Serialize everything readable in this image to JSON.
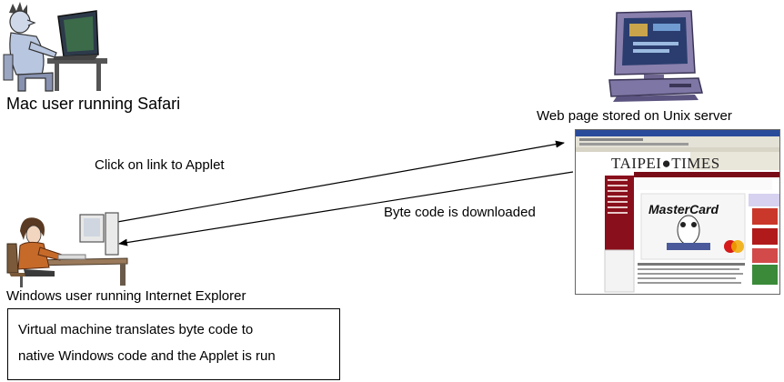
{
  "mac": {
    "label": "Mac user running Safari",
    "icon": "mac-user-at-computer-icon"
  },
  "server": {
    "label": "Web page stored on Unix server",
    "icon": "desktop-computer-server-icon"
  },
  "webpage": {
    "site_title": "TAIPEI●TIMES",
    "ad_text": "MasterCard"
  },
  "request": {
    "label": "Click on link to Applet",
    "direction": "windows-to-server"
  },
  "response": {
    "label": "Byte code is downloaded",
    "direction": "server-to-windows"
  },
  "windows": {
    "label": "Windows user running Internet Explorer",
    "icon": "windows-user-at-desk-icon"
  },
  "note": {
    "lines": [
      "Virtual machine translates byte code to",
      "native Windows code and the Applet is run"
    ]
  },
  "colors": {
    "line": "#000000",
    "monitor": "#7a6f9e",
    "accent_red": "#a01020",
    "screen_blue": "#1f3f8f"
  }
}
